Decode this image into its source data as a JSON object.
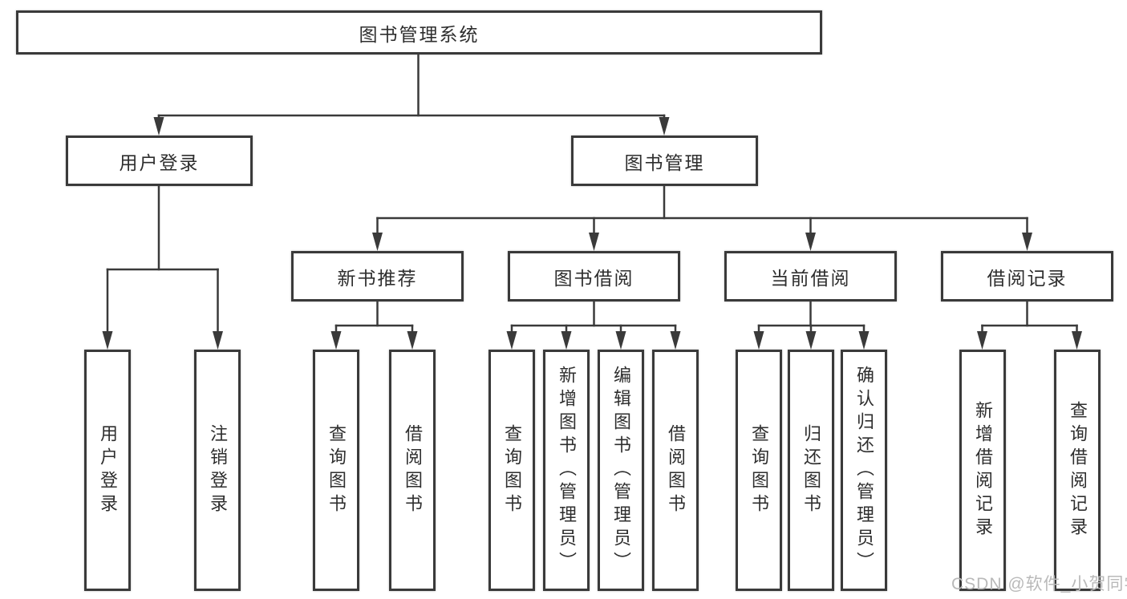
{
  "tree": {
    "root": "图书管理系统",
    "branches": [
      {
        "label": "用户登录",
        "leaves": [
          "用户登录",
          "注销登录"
        ]
      },
      {
        "label": "图书管理",
        "groups": [
          {
            "label": "新书推荐",
            "leaves": [
              "查询图书",
              "借阅图书"
            ]
          },
          {
            "label": "图书借阅",
            "leaves": [
              "查询图书",
              "新增图书（管理员）",
              "编辑图书（管理员）",
              "借阅图书"
            ]
          },
          {
            "label": "当前借阅",
            "leaves": [
              "查询图书",
              "归还图书",
              "确认归还（管理员）"
            ]
          },
          {
            "label": "借阅记录",
            "leaves": [
              "新增借阅记录",
              "查询借阅记录"
            ]
          }
        ]
      }
    ]
  },
  "watermark": "CSDN @软件_小贺同学",
  "colors": {
    "line": "#3a3a3a",
    "box_border": "#3a3a3a",
    "text": "#2e2e2e",
    "watermark": "#b9b9b9",
    "background": "#ffffff"
  }
}
